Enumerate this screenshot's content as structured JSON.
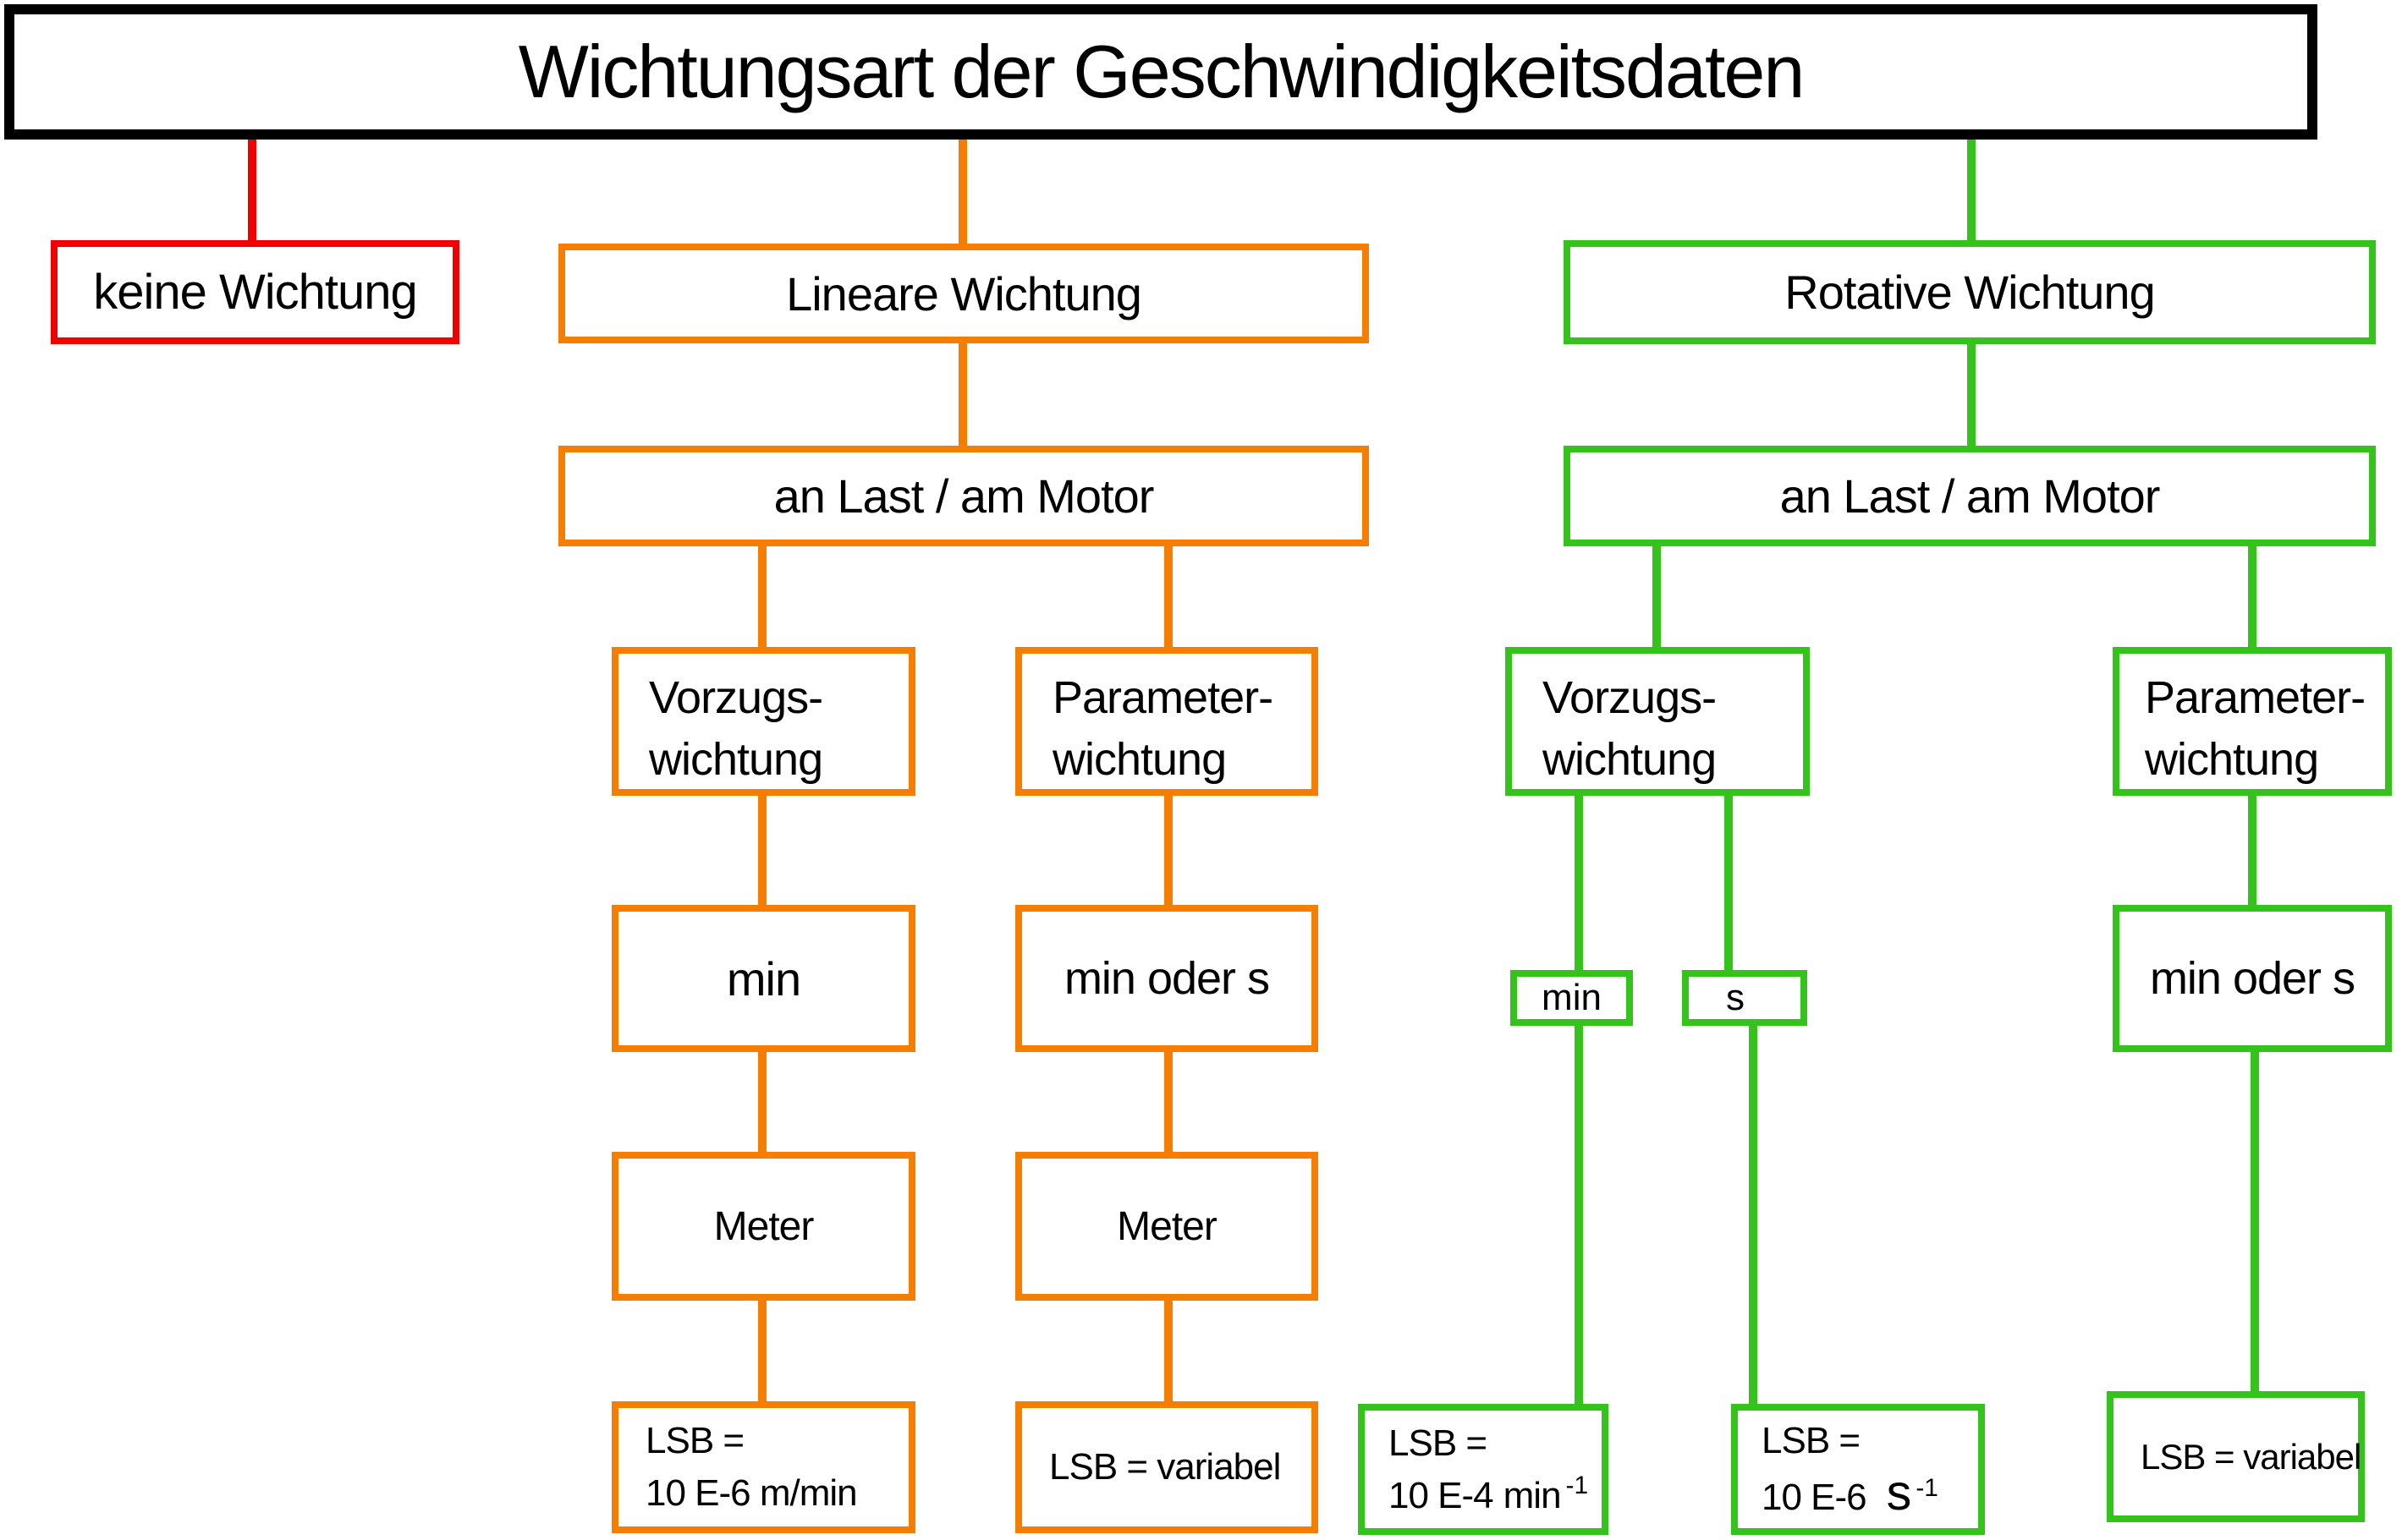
{
  "title": "Wichtungsart der Geschwindigkeitsdaten",
  "colors": {
    "red": "#f20000",
    "orange": "#f57d00",
    "green": "#33c31a",
    "black": "#000000"
  },
  "nodes": {
    "keine": "keine Wichtung",
    "lineare": "Lineare Wichtung",
    "rotative": "Rotative Wichtung",
    "an_last_linear": "an Last / am Motor",
    "an_last_rotativ": "an Last / am Motor",
    "vorzug_linear": {
      "line1": "Vorzugs-",
      "line2": "wichtung"
    },
    "param_linear": {
      "line1": "Parameter-",
      "line2": "wichtung"
    },
    "vorzug_rotativ": {
      "line1": "Vorzugs-",
      "line2": "wichtung"
    },
    "param_rotativ": {
      "line1": "Parameter-",
      "line2": "wichtung"
    },
    "unit_vorzug_linear": "min",
    "unit_param_linear": "min oder s",
    "unit_rotativ_min": "min",
    "unit_rotativ_s": "s",
    "unit_param_rotativ": "min oder s",
    "meter_vorzug": "Meter",
    "meter_param": "Meter",
    "lsb_vorzug_linear": {
      "line1": "LSB =",
      "line2": "10 E-6 m/min"
    },
    "lsb_param_linear": "LSB = variabel",
    "lsb_rotativ_min": {
      "line1": "LSB =",
      "base": "10 E-4",
      "unit": "min",
      "sup": "-1"
    },
    "lsb_rotativ_s": {
      "line1": "LSB =",
      "base": "10 E-6",
      "unit": "s",
      "sup": "-1"
    },
    "lsb_param_rotativ": "LSB = variabel"
  }
}
